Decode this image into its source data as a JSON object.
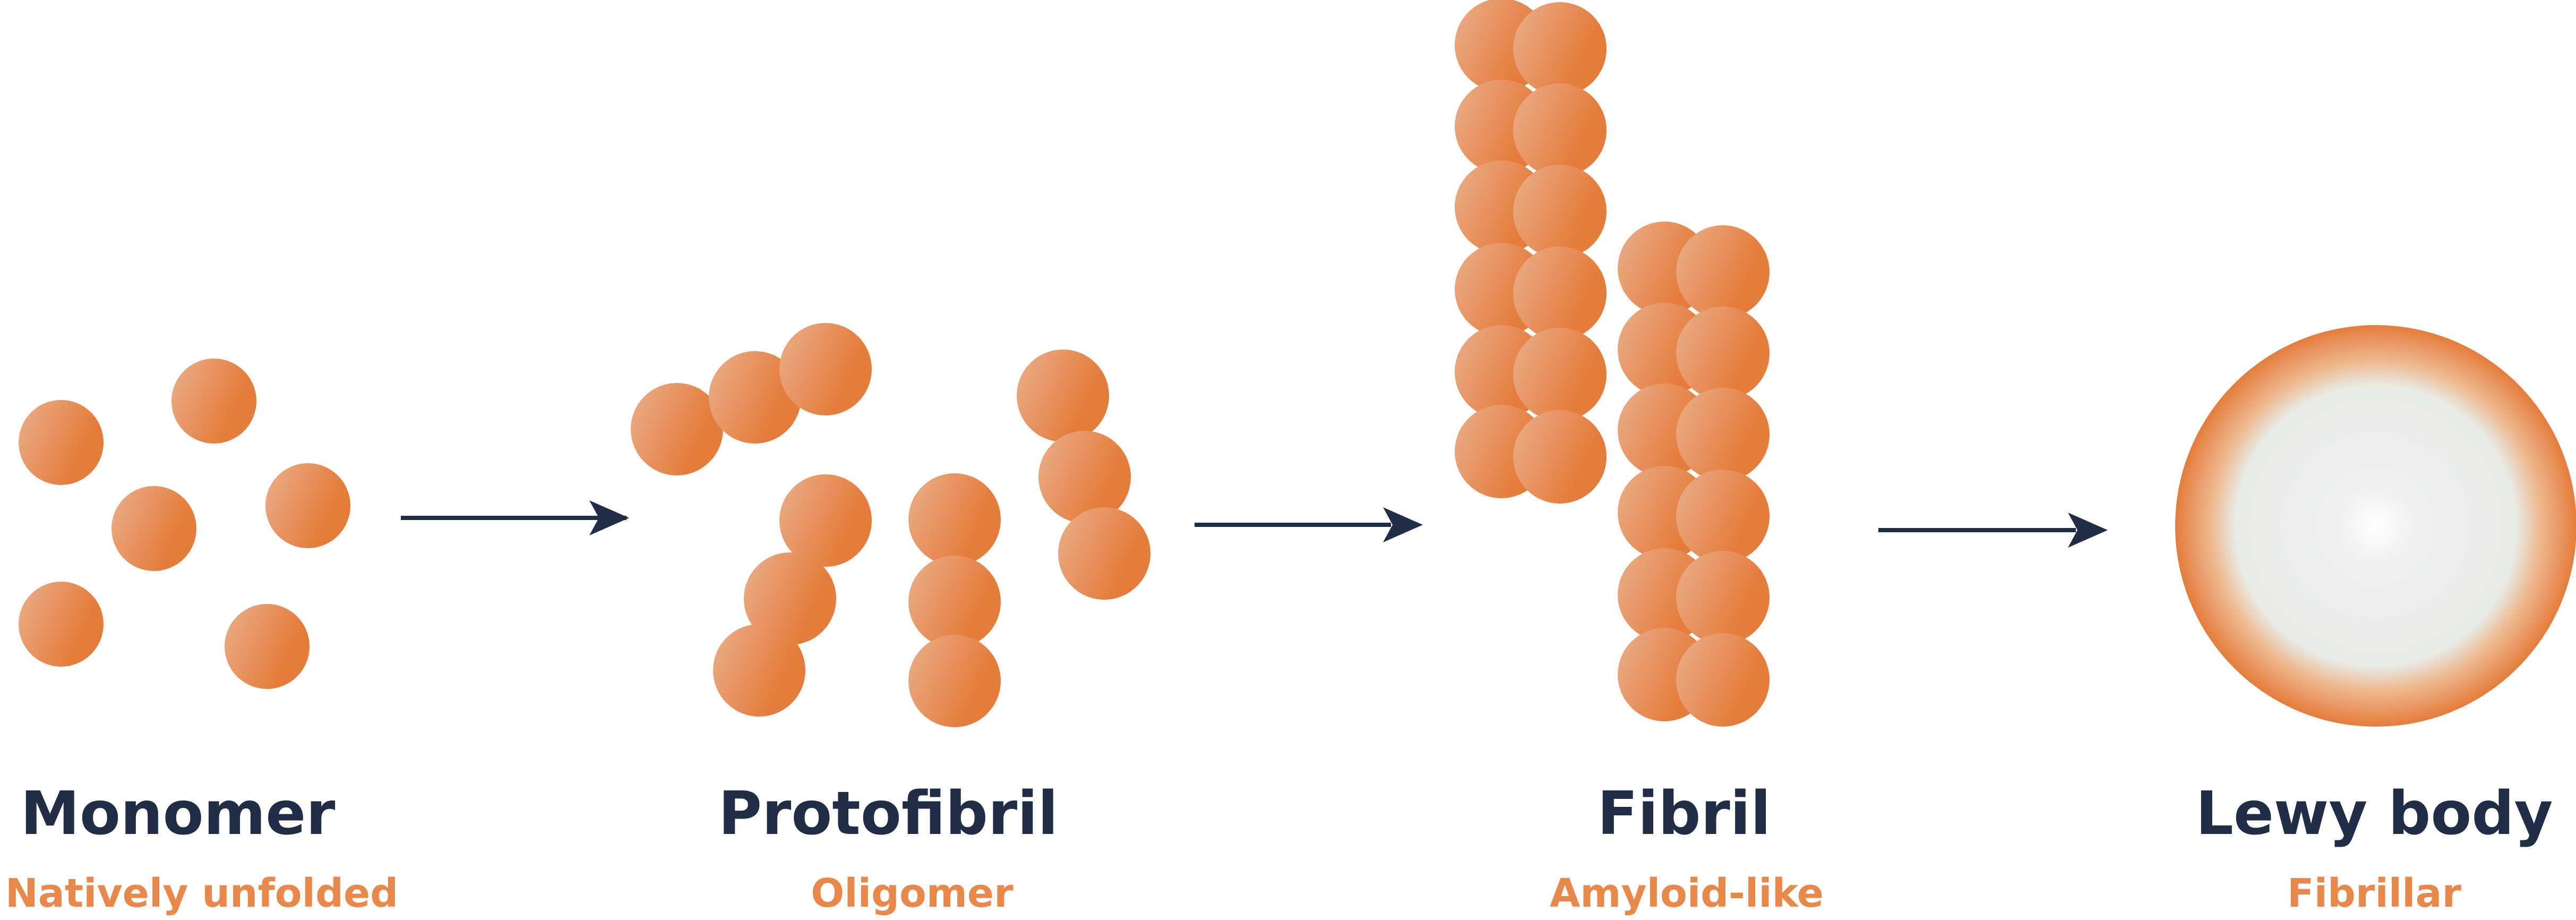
{
  "colors": {
    "sphere_light": "#eab08c",
    "sphere_dark": "#e57c3c",
    "arrow": "#1f2d45",
    "title": "#1f2d45",
    "subtitle": "#e8884a",
    "lewy_core": "#eef1ef",
    "lewy_rim": "#e57c3c"
  },
  "stages": [
    {
      "name": "Monomer",
      "form": "Natively unfolded"
    },
    {
      "name": "Protofibril",
      "form": "Oligomer"
    },
    {
      "name": "Fibril",
      "form": "Amyloid-like"
    },
    {
      "name": "Lewy body",
      "form": "Fibrillar"
    }
  ]
}
